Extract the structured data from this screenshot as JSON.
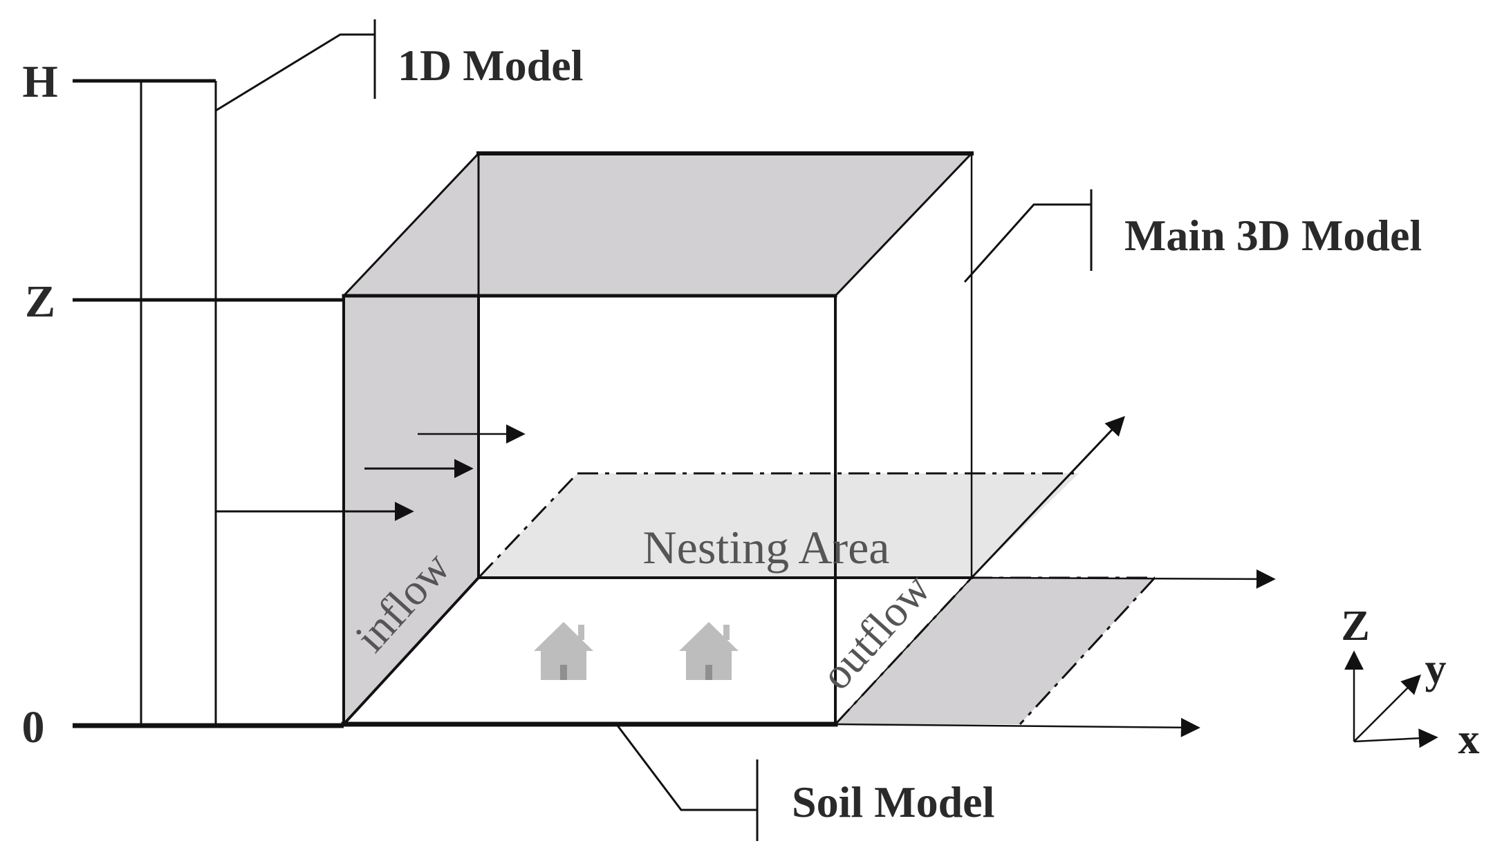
{
  "labels": {
    "model_1d": "1D Model",
    "main_3d_model": "Main 3D Model",
    "soil_model": "Soil Model",
    "nesting_area": "Nesting Area",
    "inflow": "inflow",
    "outflow": "outflow"
  },
  "height_axis": {
    "top": "H",
    "mid": "Z",
    "bottom": "0"
  },
  "coordinate_axes": {
    "z": "Z",
    "y": "y",
    "x": "x"
  },
  "icons": {
    "building": "house-icon",
    "arrow": "arrow-icon"
  },
  "colors": {
    "line": "#111111",
    "shaded_face": "#d2d0d2",
    "nesting_area": "#e6e6e6",
    "house": "#bdbdbd",
    "text": "#2a2a2a"
  }
}
